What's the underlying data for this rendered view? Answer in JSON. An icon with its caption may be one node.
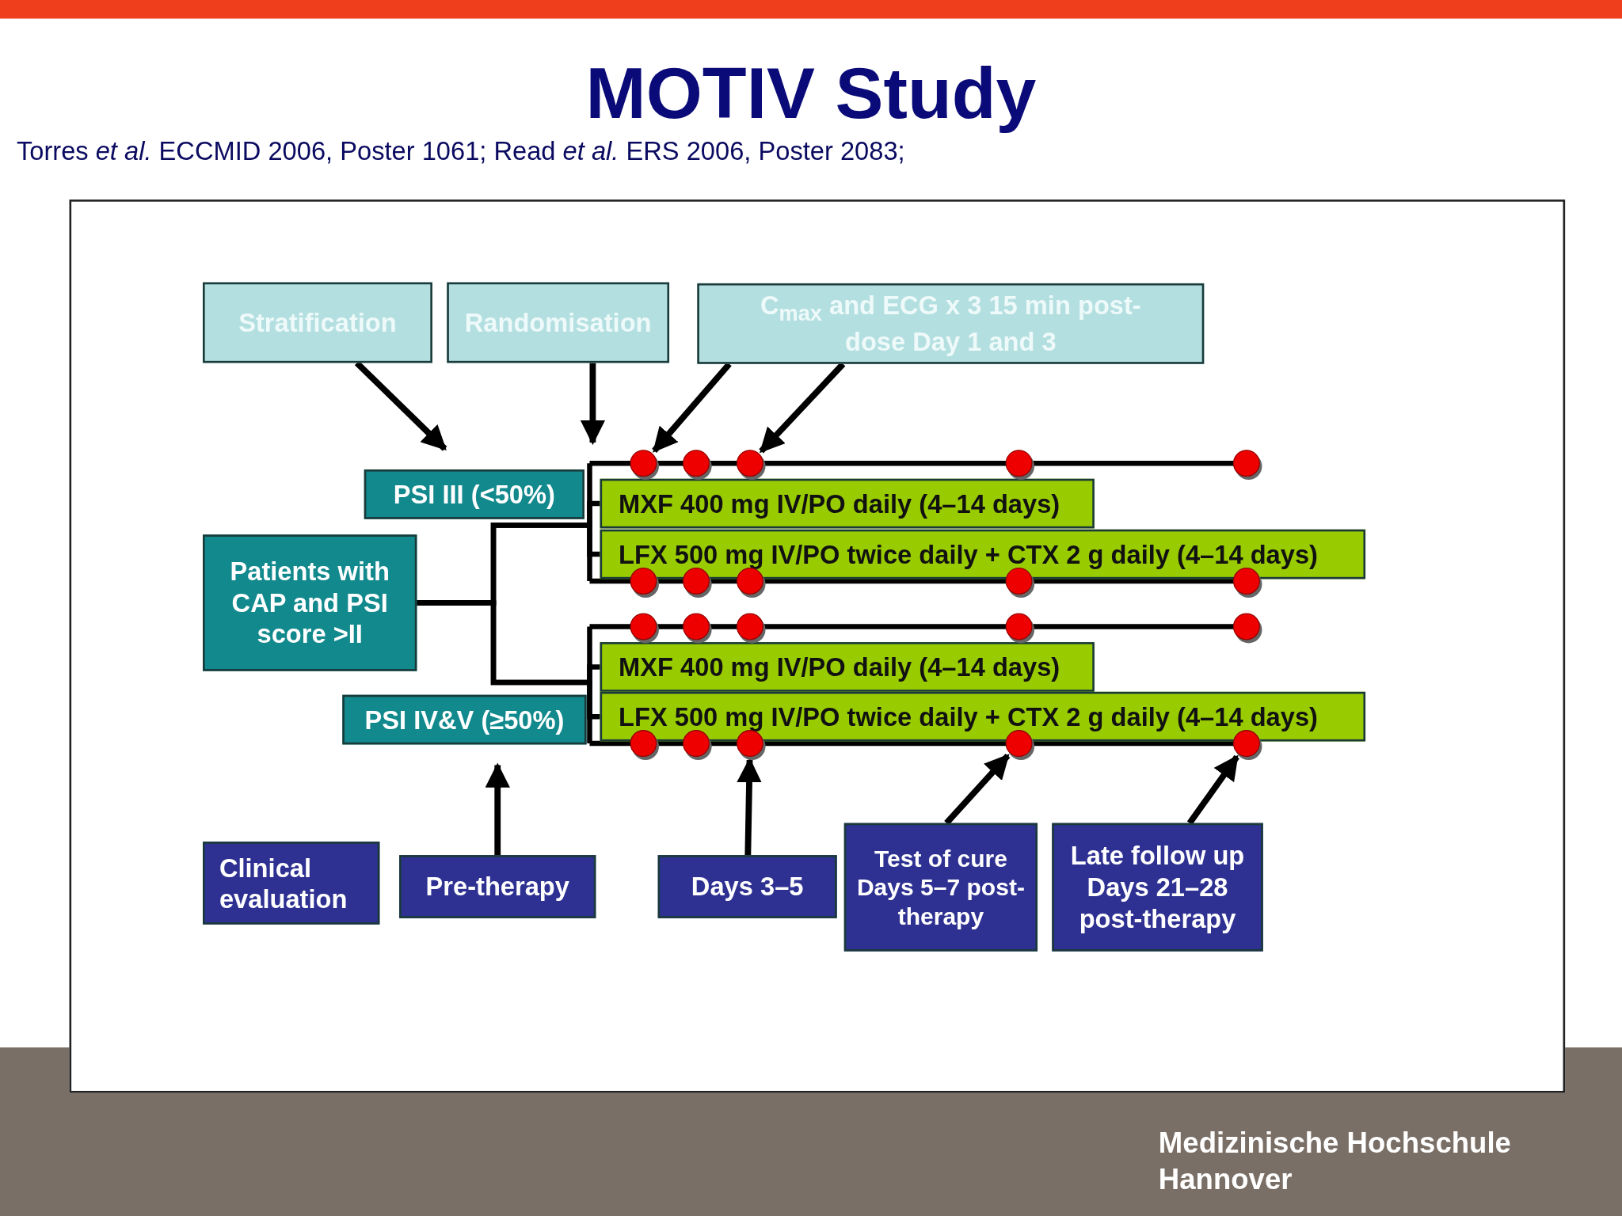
{
  "diagram": {
    "title": "MOTIV Study",
    "nodes": [
      {
        "text": [
          "Stratification"
        ]
      },
      {
        "text": [
          "Randomisation"
        ]
      },
      {
        "text": [
          "C$_{max}$ and ECG x 3 15 min post-dose Day 1 and 3"
        ]
      },
      {
        "text": [
          "PSI III (<50%)"
        ]
      },
      {
        "text": [
          "Patients with CAP and PSI score >II"
        ]
      },
      {
        "text": [
          "PSI IV&V (≥50%)"
        ]
      },
      {
        "text": [
          "MXF 400 mg IV/PO daily (4–14 days)"
        ]
      },
      {
        "text": [
          "LFX 500 mg IV/PO twice daily + CTX 2 g daily (4–14 days)"
        ]
      },
      {
        "text": [
          "MXF 400 mg IV/PO daily (4–14 days)"
        ]
      },
      {
        "text": [
          "LFX 500 mg IV/PO twice daily + CTX 2 g daily (4–14 days)"
        ]
      },
      {
        "text": [
          "Clinical evaluation"
        ]
      },
      {
        "text": [
          "Pre-therapy"
        ]
      },
      {
        "text": [
          "Days 3–5"
        ]
      },
      {
        "text": [
          "Test of cure Days 5–7 post-therapy"
        ]
      },
      {
        "text": [
          "Late follow up Days 21–28 post-therapy"
        ]
      },
      {
        "text": [],
        "shape": "circle"
      },
      {
        "text": [],
        "shape": "circle"
      },
      {
        "text": [],
        "shape": "circle"
      },
      {
        "text": [],
        "shape": "circle"
      },
      {
        "text": [],
        "shape": "circle"
      },
      {
        "text": [],
        "shape": "circle"
      },
      {
        "text": [],
        "shape": "circle"
      },
      {
        "text": [],
        "shape": "circle"
      },
      {
        "text": [],
        "shape": "circle"
      },
      {
        "text": [],
        "shape": "circle"
      },
      {
        "text": [],
        "shape": "circle"
      },
      {
        "text": [],
        "shape": "circle"
      },
      {
        "text": [],
        "shape": "circle"
      },
      {
        "text": [],
        "shape": "circle"
      },
      {
        "text": [],
        "shape": "circle"
      },
      {
        "text": [],
        "shape": "circle"
      },
      {
        "text": [],
        "shape": "circle"
      },
      {
        "text": [],
        "shape": "circle"
      },
      {
        "text": [],
        "shape": "circle"
      },
      {
        "text": [],
        "shape": "circle"
      }
    ],
    "edges": [
      {
        "from": 4,
        "to": 6,
        "arrow": "none"
      },
      {
        "from": 4,
        "to": 7,
        "arrow": "none"
      },
      {
        "from": 4,
        "to": 8,
        "arrow": "none"
      },
      {
        "from": 4,
        "to": 9,
        "arrow": "none"
      },
      {
        "from": 0,
        "to": 3,
        "arrow": "to"
      },
      {
        "from": 1,
        "to": 6,
        "arrow": "to"
      },
      {
        "from": 2,
        "to": 15,
        "arrow": "to"
      },
      {
        "from": 2,
        "to": 17,
        "arrow": "to"
      },
      {
        "from": 11,
        "to": 5,
        "arrow": "to"
      },
      {
        "from": 12,
        "to": 32,
        "arrow": "to"
      },
      {
        "from": 13,
        "to": 33,
        "arrow": "to"
      },
      {
        "from": 14,
        "to": 34,
        "arrow": "to"
      }
    ],
    "labels": [
      "Torres *et al.* ECCMID 2006, Poster 1061; Read *et al.* ERS 2006, Poster 2083;",
      "Medizinische Hochschule Hannover"
    ]
  }
}
